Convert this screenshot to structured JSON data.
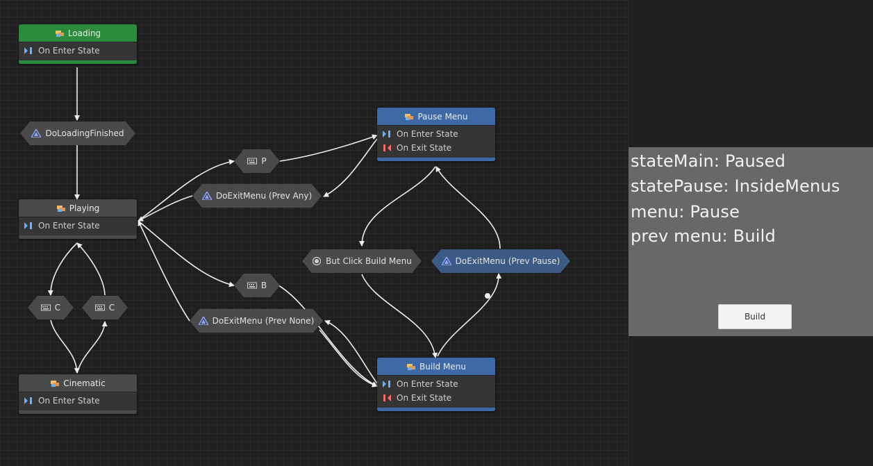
{
  "graph": {
    "states": {
      "loading": {
        "title": "Loading",
        "rows": [
          "On Enter State"
        ]
      },
      "playing": {
        "title": "Playing",
        "rows": [
          "On Enter State"
        ]
      },
      "cinematic": {
        "title": "Cinematic",
        "rows": [
          "On Enter State"
        ]
      },
      "pause_menu": {
        "title": "Pause Menu",
        "rows": [
          "On Enter State",
          "On Exit State"
        ]
      },
      "build_menu": {
        "title": "Build Menu",
        "rows": [
          "On Enter State",
          "On Exit State"
        ]
      }
    },
    "transitions": {
      "do_loading_finished": "DoLoadingFinished",
      "key_p": "P",
      "do_exit_menu_prev_any": "DoExitMenu (Prev Any)",
      "key_b": "B",
      "do_exit_menu_prev_none": "DoExitMenu (Prev None)",
      "but_click_build_menu": "But Click Build Menu",
      "do_exit_menu_prev_pause": "DoExitMenu (Prev Pause)",
      "key_c_left": "C",
      "key_c_right": "C"
    },
    "colors": {
      "loading_header": "#2b8a3b",
      "menu_header": "#3d6aa6",
      "default_header": "#4a4a4a",
      "transition": "#4a4a4a",
      "transition_highlight": "#3c5a86",
      "edge": "#eeeeee",
      "enter_icon": "#6ab0ff",
      "exit_icon": "#ff6b6b"
    }
  },
  "debug_panel": {
    "lines": [
      "stateMain: Paused",
      "statePause: InsideMenus",
      "menu: Pause",
      "prev menu: Build"
    ],
    "button_label": "Build"
  }
}
